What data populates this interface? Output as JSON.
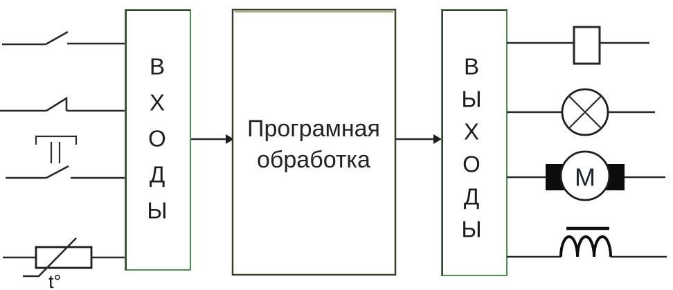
{
  "diagram": {
    "inputs_box": {
      "letters": [
        "В",
        "Х",
        "О",
        "Д",
        "Ы"
      ]
    },
    "process_box": {
      "line1": "Програмная",
      "line2": "обработка"
    },
    "outputs_box": {
      "letters": [
        "В",
        "Ы",
        "Х",
        "О",
        "Д",
        "Ы"
      ]
    },
    "labels": {
      "thermistor": "t°",
      "motor": "М"
    },
    "icons": {
      "inputs": [
        "switch-no-icon",
        "switch-nc-icon",
        "pushbutton-icon",
        "thermistor-icon"
      ],
      "outputs": [
        "relay-coil-icon",
        "lamp-icon",
        "motor-icon",
        "inductor-icon"
      ],
      "arrows": [
        "arrow-right-icon",
        "arrow-right-icon"
      ]
    },
    "colors": {
      "line": "#272727",
      "io_box_border_green": "#4b944b",
      "io_box_edge_dark": "#3c3c3c",
      "process_box_border": "#3e3e2b",
      "process_box_highlight": "#8e8e58",
      "text": "#1c1c1c",
      "symbol_fill": "#0c0c0c"
    }
  }
}
